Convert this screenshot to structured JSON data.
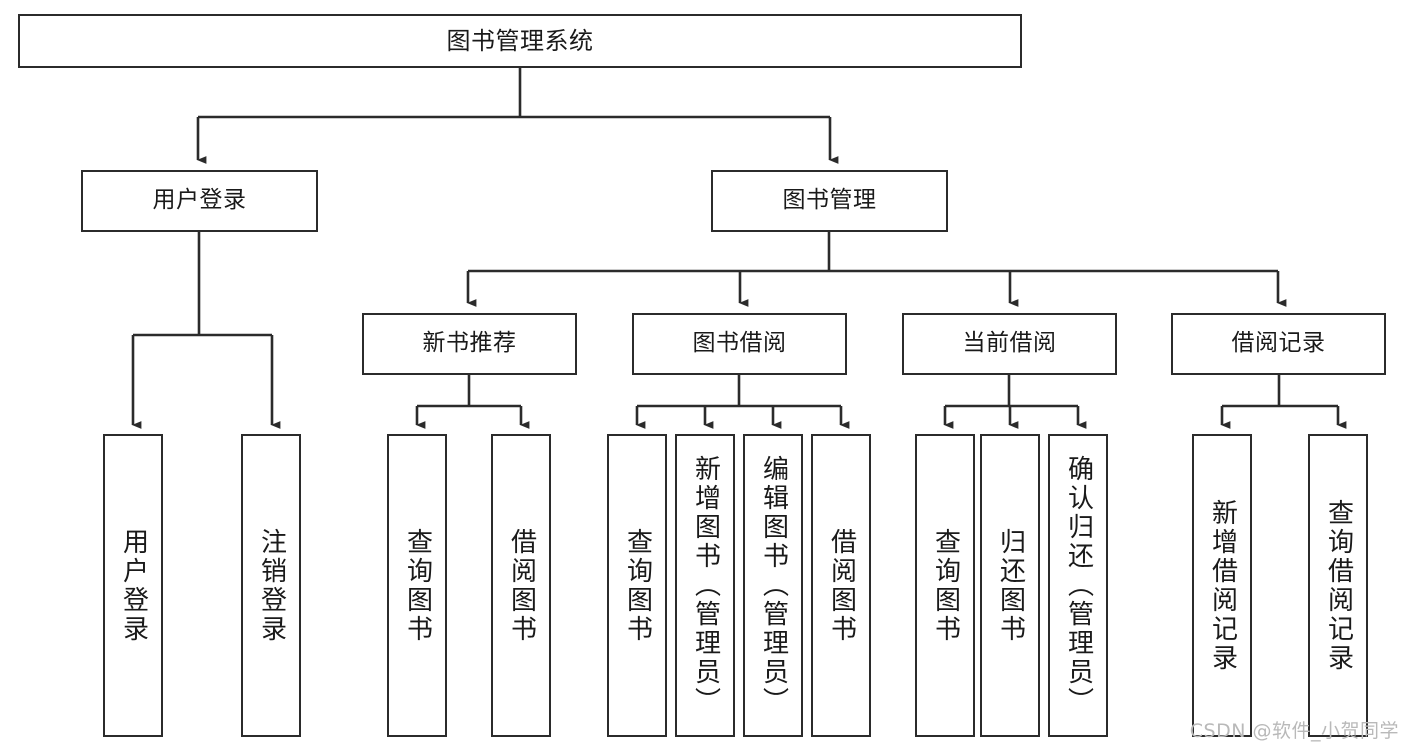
{
  "diagram": {
    "type": "tree-hierarchy-chart",
    "root": {
      "id": "root",
      "label": "图书管理系统"
    },
    "level1": [
      {
        "id": "user-login",
        "label": "用户登录"
      },
      {
        "id": "book-manage",
        "label": "图书管理"
      }
    ],
    "level2": [
      {
        "id": "new-book-recommend",
        "label": "新书推荐",
        "parent": "book-manage"
      },
      {
        "id": "book-borrow",
        "label": "图书借阅",
        "parent": "book-manage"
      },
      {
        "id": "current-borrow",
        "label": "当前借阅",
        "parent": "book-manage"
      },
      {
        "id": "borrow-record",
        "label": "借阅记录",
        "parent": "book-manage"
      }
    ],
    "leaves": {
      "user_login": [
        {
          "id": "leaf-user-login",
          "label": "用户登录"
        },
        {
          "id": "leaf-logout-login",
          "label": "注销登录"
        }
      ],
      "new_book_recommend": [
        {
          "id": "leaf-query-book-1",
          "label": "查询图书"
        },
        {
          "id": "leaf-borrow-book-1",
          "label": "借阅图书"
        }
      ],
      "book_borrow": [
        {
          "id": "leaf-query-book-2",
          "label": "查询图书"
        },
        {
          "id": "leaf-add-book",
          "label": "新增图书（管理员）"
        },
        {
          "id": "leaf-edit-book",
          "label": "编辑图书（管理员）"
        },
        {
          "id": "leaf-borrow-book-2",
          "label": "借阅图书"
        }
      ],
      "current_borrow": [
        {
          "id": "leaf-query-book-3",
          "label": "查询图书"
        },
        {
          "id": "leaf-return-book",
          "label": "归还图书"
        },
        {
          "id": "leaf-confirm-return",
          "label": "确认归还（管理员）"
        }
      ],
      "borrow_record": [
        {
          "id": "leaf-add-record",
          "label": "新增借阅记录"
        },
        {
          "id": "leaf-query-record",
          "label": "查询借阅记录"
        }
      ]
    }
  },
  "watermark": {
    "text": "CSDN @软件_小贺同学"
  },
  "colors": {
    "background": "#ffffff",
    "box_border": "#2b2b2b",
    "box_fill": "#ffffff",
    "text": "#1a1a1a",
    "connector": "#2b2b2b",
    "watermark": "#b9b9b9"
  }
}
